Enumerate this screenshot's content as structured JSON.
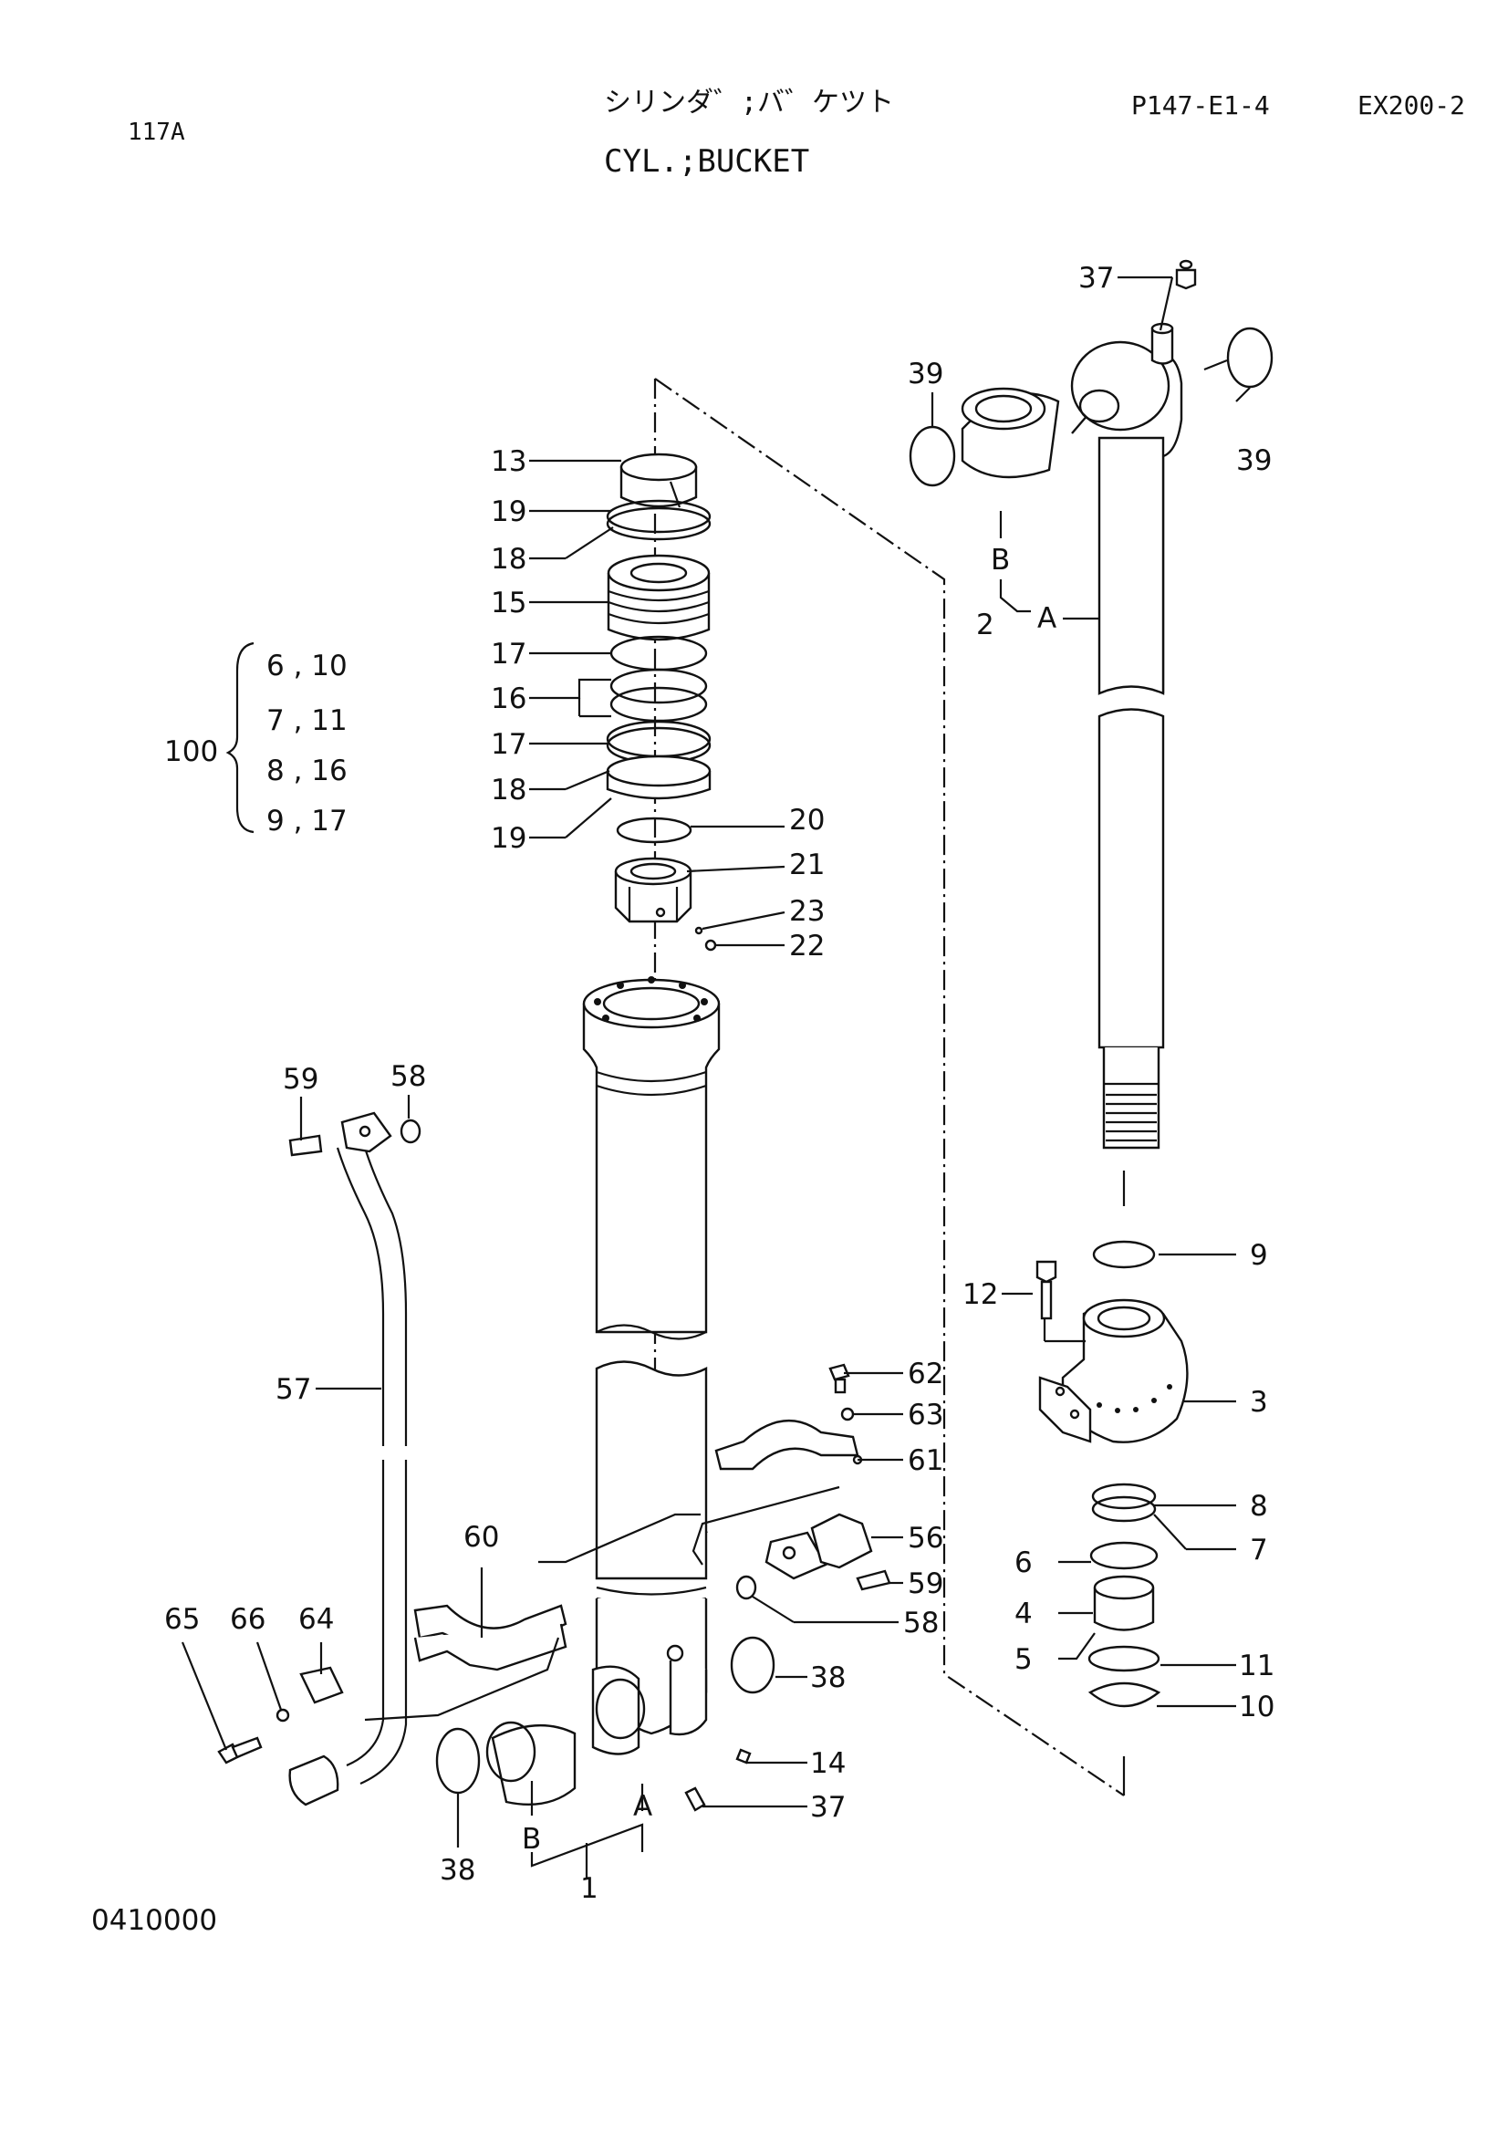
{
  "header": {
    "page_code": "117A",
    "title_jp": "シリンダ゛;バ゛ケツト",
    "title_en": "CYL.;BUCKET",
    "part_ref": "P147-E1-4",
    "model": "EX200-2"
  },
  "kit": {
    "number": "100",
    "rows": [
      "6 , 10",
      "7 , 11",
      "8 , 16",
      "9 , 17"
    ]
  },
  "footer": {
    "code": "0410000"
  },
  "callouts": {
    "c13": "13",
    "c19a": "19",
    "c18a": "18",
    "c15": "15",
    "c17a": "17",
    "c16": "16",
    "c17b": "17",
    "c18b": "18",
    "c19b": "19",
    "c20": "20",
    "c21": "21",
    "c23": "23",
    "c22": "22",
    "c37top": "37",
    "c39l": "39",
    "c39r": "39",
    "cB2": "B",
    "c2": "2",
    "cA2": "A",
    "c9": "9",
    "c12": "12",
    "c3": "3",
    "c8": "8",
    "c7": "7",
    "c6": "6",
    "c4": "4",
    "c5": "5",
    "c11": "11",
    "c10": "10",
    "c59a": "59",
    "c58a": "58",
    "c57": "57",
    "c62": "62",
    "c63": "63",
    "c61": "61",
    "c60": "60",
    "c56": "56",
    "c59b": "59",
    "c58b": "58",
    "c65": "65",
    "c66": "66",
    "c64": "64",
    "c38r": "38",
    "c14": "14",
    "c37b": "37",
    "cA1": "A",
    "cB1": "B",
    "c38l": "38",
    "c1": "1"
  }
}
